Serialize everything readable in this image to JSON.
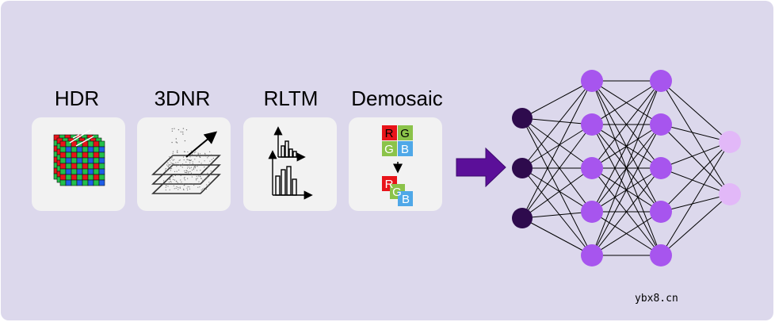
{
  "stages": [
    {
      "label": "HDR",
      "icon": "hdr-bayer-stack-icon"
    },
    {
      "label": "3DNR",
      "icon": "noise-layers-icon"
    },
    {
      "label": "RLTM",
      "icon": "histogram-tone-map-icon"
    },
    {
      "label": "Demosaic",
      "icon": "rgb-demosaic-icon"
    }
  ],
  "demosaic": {
    "r": "R",
    "g": "G",
    "b": "B"
  },
  "network": {
    "layers": [
      3,
      5,
      5,
      2
    ],
    "colors": [
      "#2e0b4d",
      "#a755ee",
      "#a755ee",
      "#e2b8f8"
    ]
  },
  "colors": {
    "background": "#dcd8ec",
    "arrow": "#5b0f99",
    "red": "#e8141a",
    "green": "#8bc34a",
    "blue": "#4fa8e8"
  },
  "watermark": "ybx8.cn"
}
